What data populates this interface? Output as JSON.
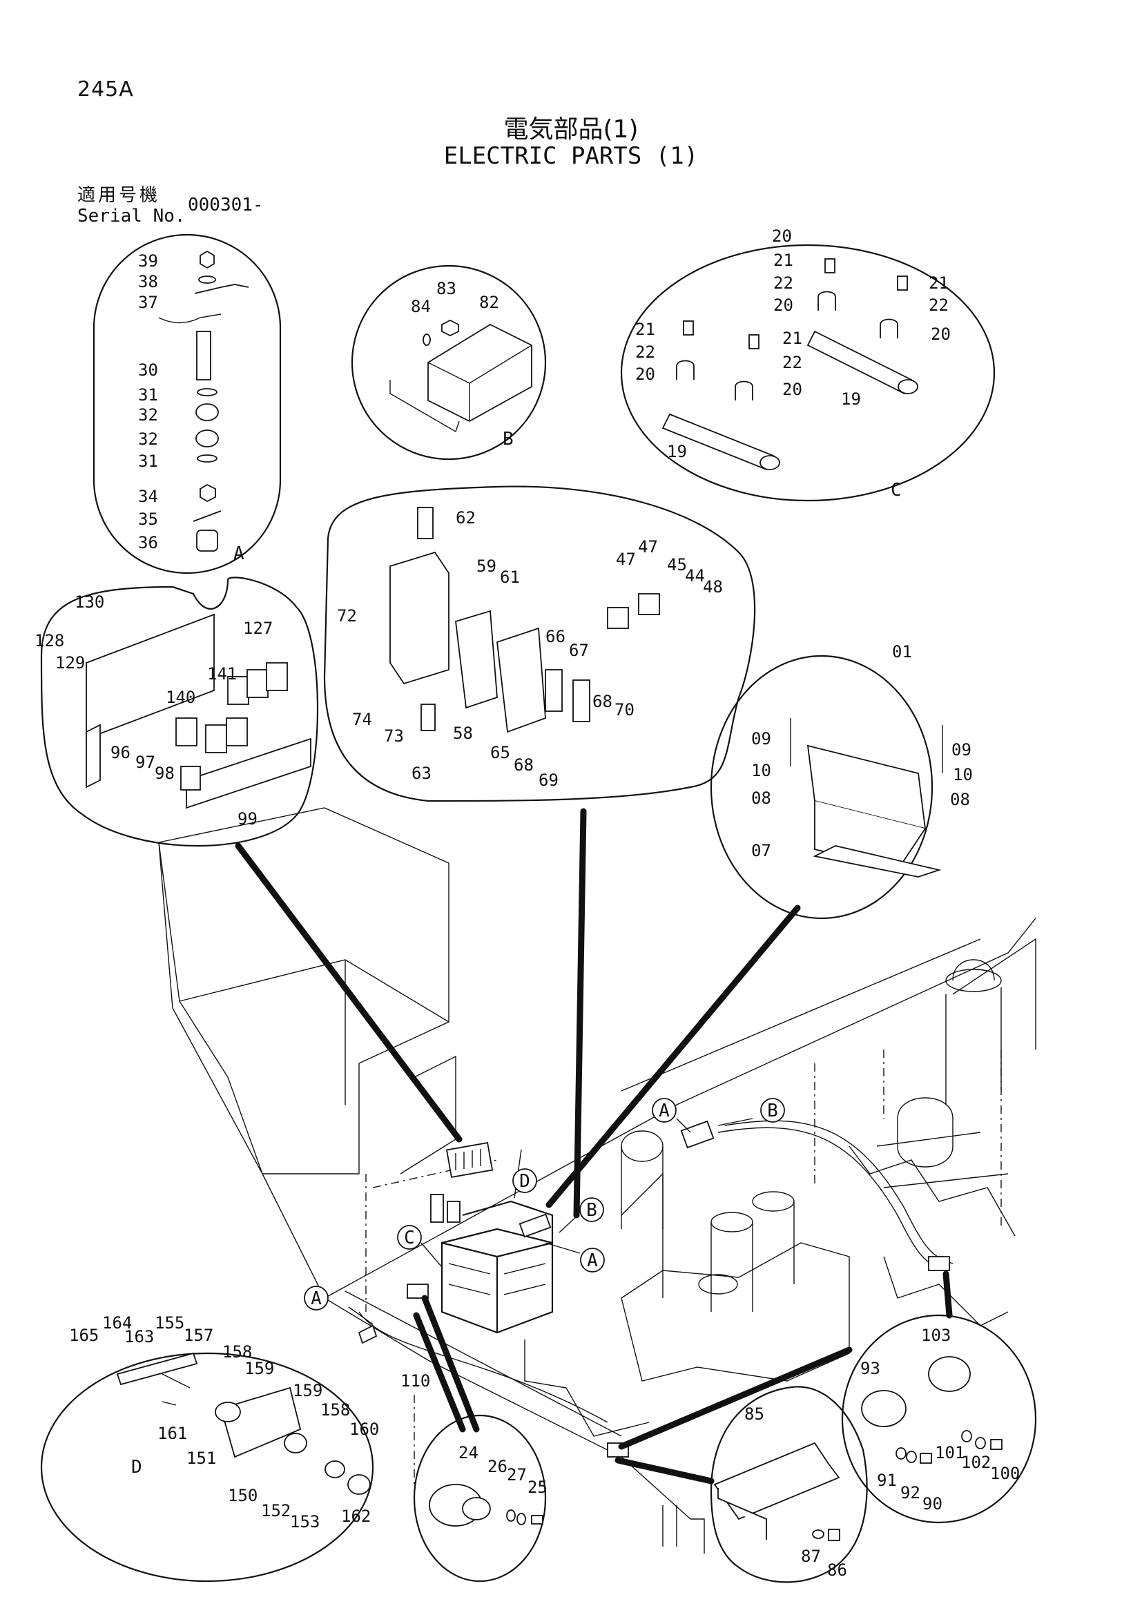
{
  "page_number": "245A",
  "title_jp": "電気部品(1)",
  "title_en": "ELECTRIC PARTS (1)",
  "serial": {
    "label_jp": "適用号機",
    "label_en": "Serial No.",
    "value": "000301-"
  },
  "callouts": {
    "A": "A",
    "B": "B",
    "C": "C",
    "D": "D"
  },
  "groups": {
    "A": [
      "39",
      "38",
      "37",
      "30",
      "31",
      "32",
      "32",
      "31",
      "34",
      "35",
      "36"
    ],
    "B": [
      "84",
      "83",
      "82"
    ],
    "C": [
      "21",
      "22",
      "20",
      "21",
      "22",
      "21",
      "22",
      "20",
      "21",
      "22",
      "20",
      "20",
      "20",
      "19",
      "19"
    ],
    "relay_panel": [
      "130",
      "128",
      "129",
      "127",
      "141",
      "140",
      "96",
      "97",
      "98",
      "99"
    ],
    "fuse_box": [
      "62",
      "72",
      "59",
      "61",
      "74",
      "73",
      "63",
      "58",
      "65",
      "68",
      "69",
      "66",
      "67",
      "68",
      "70",
      "47",
      "47",
      "45",
      "44",
      "48"
    ],
    "battery": [
      "01",
      "09",
      "09",
      "10",
      "10",
      "08",
      "08",
      "07"
    ],
    "D": [
      "165",
      "164",
      "163",
      "155",
      "157",
      "158",
      "159",
      "159",
      "158",
      "160",
      "161",
      "151",
      "150",
      "152",
      "153",
      "162"
    ],
    "switch_24": [
      "24",
      "26",
      "27",
      "25"
    ],
    "bracket_85": [
      "85",
      "87",
      "86"
    ],
    "right_group": [
      "103",
      "93",
      "101",
      "102",
      "100",
      "91",
      "92",
      "90"
    ],
    "harness": [
      "110"
    ]
  }
}
